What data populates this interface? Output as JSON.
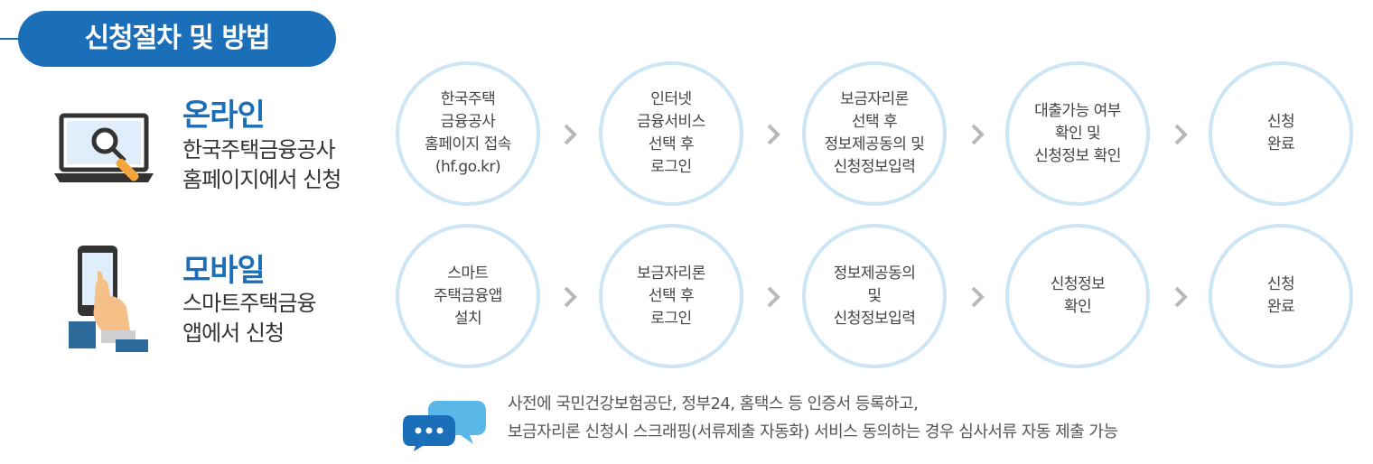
{
  "header": {
    "title": "신청절차 및 방법"
  },
  "channels": [
    {
      "title": "온라인",
      "icon": "laptop-search-icon",
      "desc": [
        "한국주택금융공사",
        "홈페이지에서 신청"
      ],
      "steps": [
        {
          "lines": [
            "한국주택",
            "금융공사",
            "홈페이지 접속",
            "(hf.go.kr)"
          ]
        },
        {
          "lines": [
            "인터넷",
            "금융서비스",
            "선택 후",
            "로그인"
          ]
        },
        {
          "lines": [
            "보금자리론",
            "선택 후",
            "정보제공동의 및",
            "신청정보입력"
          ]
        },
        {
          "lines": [
            "대출가능 여부",
            "확인 및",
            "신청정보 확인"
          ]
        },
        {
          "lines": [
            "신청",
            "완료"
          ]
        }
      ]
    },
    {
      "title": "모바일",
      "icon": "smartphone-hand-icon",
      "desc": [
        "스마트주택금융",
        "앱에서 신청"
      ],
      "steps": [
        {
          "lines": [
            "스마트",
            "주택금융앱",
            "설치"
          ]
        },
        {
          "lines": [
            "보금자리론",
            "선택 후",
            "로그인"
          ]
        },
        {
          "lines": [
            "정보제공동의",
            "및",
            "신청정보입력"
          ]
        },
        {
          "lines": [
            "신청정보",
            "확인"
          ]
        },
        {
          "lines": [
            "신청",
            "완료"
          ]
        }
      ]
    }
  ],
  "note": {
    "icon": "chat-bubbles-icon",
    "lines": [
      "사전에 국민건강보험공단, 정부24, 홈택스 등 인증서 등록하고,",
      "보금자리론 신청시 스크래핑(서류제출 자동화) 서비스 동의하는 경우 심사서류 자동 제출 가능"
    ]
  },
  "colors": {
    "primary": "#1a6fb8",
    "circle_border": "#cce6f6",
    "chevron": "#b8b8b8"
  }
}
